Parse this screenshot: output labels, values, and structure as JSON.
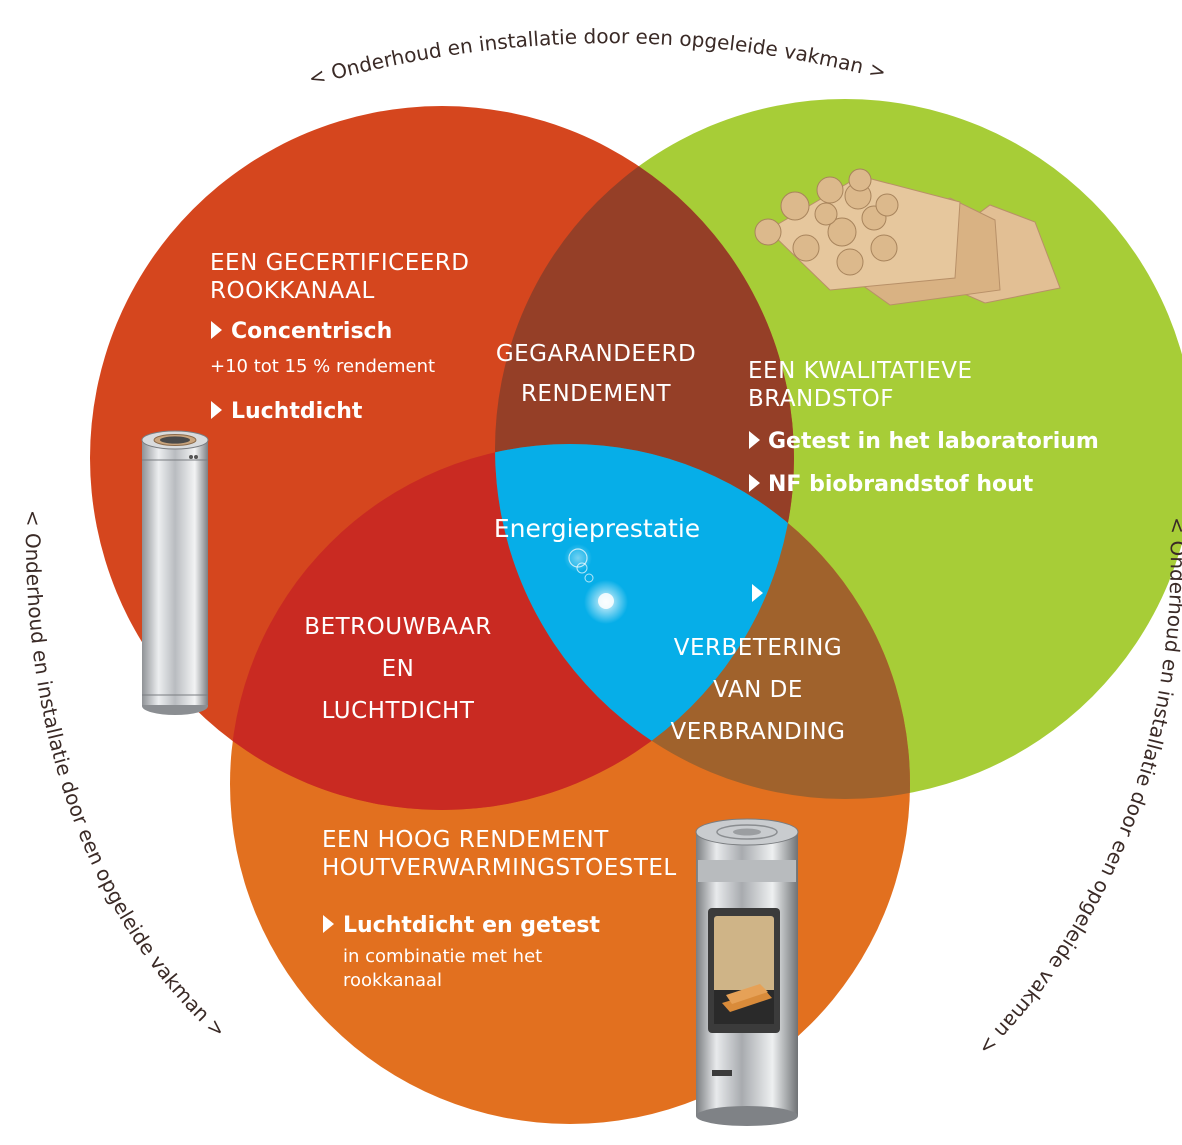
{
  "ring": {
    "top": "< Onderhoud en installatie door een opgeleide vakman >",
    "left": "< Onderhoud en installatie door een opgeleide vakman >",
    "right": "< Onderhoud en installatie door een opgeleide vakman >"
  },
  "circle_flue": {
    "title_line1": "EEN GECERTIFICEERD",
    "title_line2": "ROOKKANAAL",
    "bullet1": "Concentrisch",
    "bullet1_sub": "+10 tot 15 % rendement",
    "bullet2": "Luchtdicht"
  },
  "circle_fuel": {
    "title_line1": "EEN KWALITATIEVE",
    "title_line2": "BRANDSTOF",
    "bullet1": "Getest in het laboratorium",
    "bullet2": "NF biobrandstof hout"
  },
  "circle_stove": {
    "title_line1": "EEN HOOG RENDEMENT",
    "title_line2": "HOUTVERWARMINGSTOESTEL",
    "bullet1": "Luchtdicht en getest",
    "bullet1_sub_line1": "in combinatie met het",
    "bullet1_sub_line2": "rookkanaal"
  },
  "overlap_flue_fuel": {
    "line1": "GEGARANDEERD",
    "line2": "RENDEMENT"
  },
  "overlap_flue_stove": {
    "line1": "BETROUWBAAR",
    "line2": "EN",
    "line3": "LUCHTDICHT"
  },
  "overlap_fuel_stove": {
    "line1": "VERBETERING",
    "line2": "VAN DE",
    "line3": "VERBRANDING"
  },
  "center": {
    "label": "Energieprestatie"
  },
  "colors": {
    "flue": "#d5461e",
    "fuel": "#a7cd37",
    "stove": "#e2701f",
    "flue_fuel": "#953f27",
    "flue_stove": "#c92a22",
    "fuel_stove": "#a0622c",
    "center": "#06aee8",
    "ring_text": "#3a2a26"
  },
  "icons": [
    "flue-pipe-icon",
    "firewood-icon",
    "wood-stove-icon",
    "bubbles-icon"
  ]
}
